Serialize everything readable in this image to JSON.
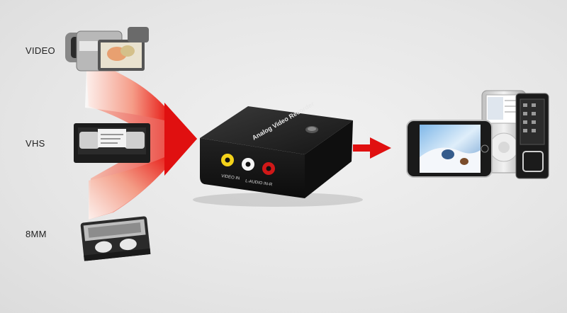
{
  "sources": {
    "video_label": "VIDEO",
    "vhs_label": "VHS",
    "mm8_label": "8MM"
  },
  "recorder": {
    "top_text": "Analog Video Recorder",
    "video_in_label": "VIDEO IN",
    "audio_in_label": "L-AUDIO IN-R"
  },
  "colors": {
    "arrow": "#e01010",
    "device_body": "#1a1a1a",
    "rca_yellow": "#f3d21a",
    "rca_white": "#f5f5f5",
    "rca_red": "#d01818"
  }
}
